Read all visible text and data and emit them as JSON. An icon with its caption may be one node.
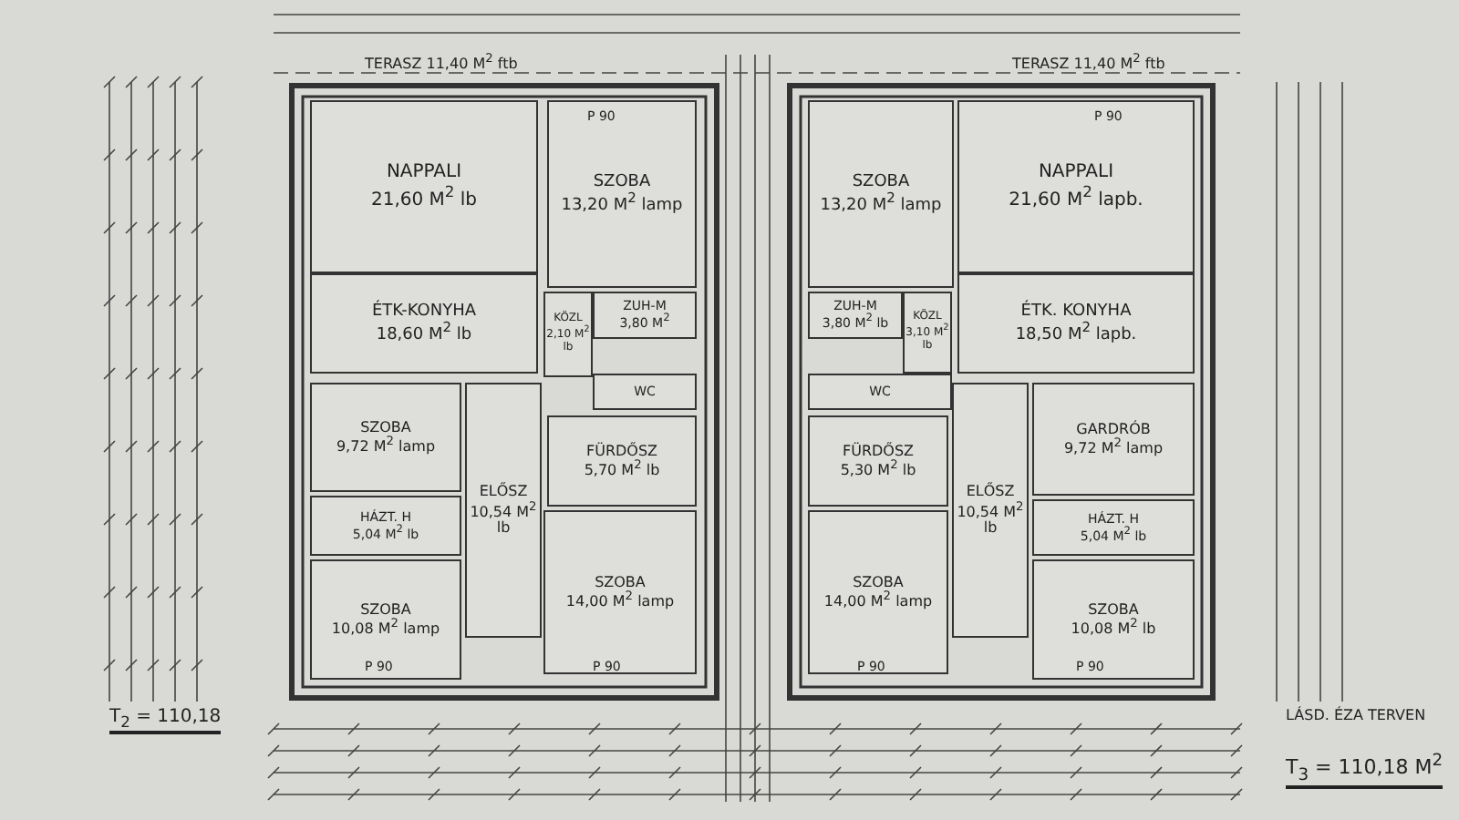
{
  "diagram": {
    "nodes": [
      {
        "text": [
          "NAPPALI",
          "21,60 M$^{2}$ lb"
        ]
      },
      {
        "text": [
          "ÉTK-KONYHA",
          "18,60 M$^{2}$ lb"
        ]
      },
      {
        "text": [
          "SZOBA",
          "13,20 M$^{2}$ lamp"
        ]
      },
      {
        "text": [
          "ZUH-M",
          "3,80 M$^{2}$"
        ]
      },
      {
        "text": [
          "KÖZL",
          "2,10 M$^{2}$ lb"
        ]
      },
      {
        "text": [
          "WC"
        ]
      },
      {
        "text": [
          "SZOBA",
          "9,72 M$^{2}$ lamp"
        ]
      },
      {
        "text": [
          "ELŐSZ",
          "10,54 M$^{2}$ lb"
        ]
      },
      {
        "text": [
          "FÜRDŐSZ",
          "5,70 M$^{2}$ lb"
        ]
      },
      {
        "text": [
          "HÁZT. H",
          "5,04 M$^{2}$ lb"
        ]
      },
      {
        "text": [
          "SZOBA",
          "10,08 M$^{2}$ lamp"
        ]
      },
      {
        "text": [
          "SZOBA",
          "14,00 M$^{2}$ lamp"
        ]
      },
      {
        "text": [
          "SZOBA",
          "13,20 M$^{2}$ lamp"
        ]
      },
      {
        "text": [
          "NAPPALI",
          "21,60 M$^{2}$ lapb."
        ]
      },
      {
        "text": [
          "ÉTK. KONYHA",
          "18,50 M$^{2}$ lapb."
        ]
      },
      {
        "text": [
          "ZUH-M",
          "3,80 M$^{2}$ lb"
        ]
      },
      {
        "text": [
          "KÖZL",
          "3,10 M$^{2}$ lb"
        ]
      },
      {
        "text": [
          "WC"
        ]
      },
      {
        "text": [
          "FÜRDŐSZ",
          "5,30 M$^{2}$ lb"
        ]
      },
      {
        "text": [
          "ELŐSZ",
          "10,54 M$^{2}$ lb"
        ]
      },
      {
        "text": [
          "GARDRÓB",
          "9,72 M$^{2}$ lamp"
        ]
      },
      {
        "text": [
          "HÁZT. H",
          "5,04 M$^{2}$ lb"
        ]
      },
      {
        "text": [
          "SZOBA",
          "14,00 M$^{2}$ lamp"
        ]
      },
      {
        "text": [
          "SZOBA",
          "10,08 M$^{2}$ lb"
        ]
      }
    ],
    "labels": [
      "TERASZ 11,40 M$^{2}$ ftb",
      "TERASZ 11,40 M$^{2}$ ftb",
      "P 90",
      "P 90",
      "P 90",
      "P 90",
      "P 90",
      "P 90",
      "T$_{2}$ = 110,18",
      "LÁSD. ÉZA TERVEN",
      "T$_{3}$ = 110,18 M$^{2}$"
    ]
  }
}
